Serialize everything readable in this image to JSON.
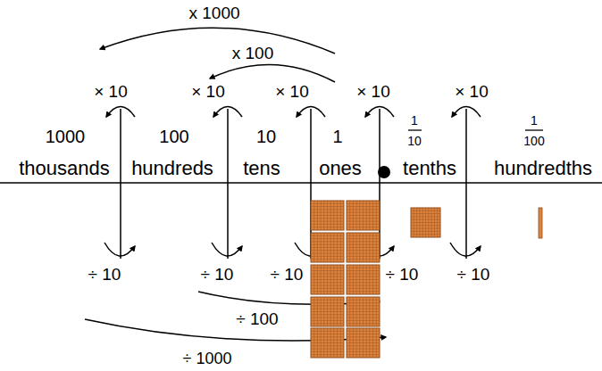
{
  "diagram": {
    "labels": [
      "x 1000",
      "x 100",
      "× 10",
      "× 10",
      "× 10",
      "× 10",
      "× 10",
      "1000",
      "100",
      "10",
      "1",
      "1",
      "10",
      "1",
      "100",
      "thousands",
      "hundreds",
      "tens",
      "ones",
      "tenths",
      "hundredths",
      "÷ 10",
      "÷ 10",
      "÷ 10",
      "÷ 10",
      "÷ 10",
      "÷ 100",
      "÷ 1000"
    ]
  }
}
